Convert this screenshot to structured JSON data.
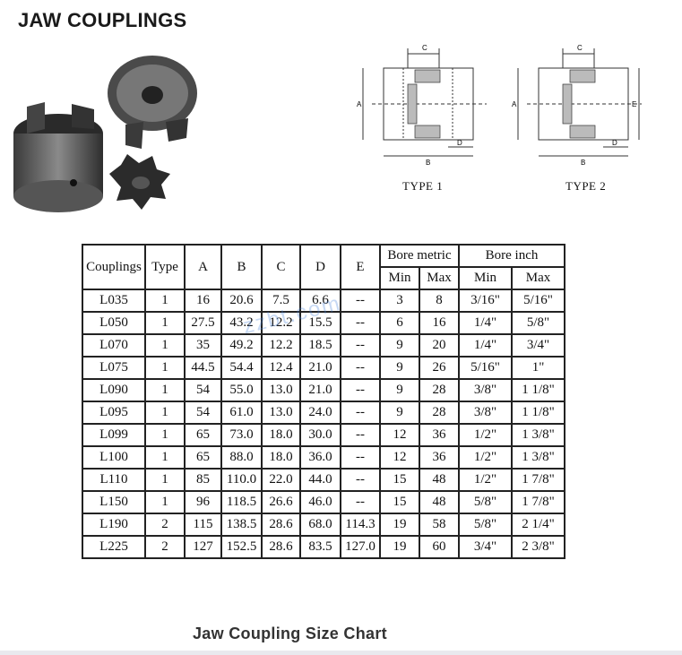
{
  "heading": "JAW COUPLINGS",
  "diagrams": {
    "type1_label": "TYPE 1",
    "type2_label": "TYPE 2",
    "dims": {
      "a": "A",
      "b": "B",
      "c": "C",
      "d": "D",
      "e": "E"
    }
  },
  "table": {
    "headers": {
      "couplings": "Couplings",
      "type": "Type",
      "a": "A",
      "b": "B",
      "c": "C",
      "d": "D",
      "e": "E",
      "bore_metric": "Bore metric",
      "bore_inch": "Bore inch",
      "min": "Min",
      "max": "Max"
    },
    "rows": [
      [
        "L035",
        "1",
        "16",
        "20.6",
        "7.5",
        "6.6",
        "--",
        "3",
        "8",
        "3/16\"",
        "5/16\""
      ],
      [
        "L050",
        "1",
        "27.5",
        "43.2",
        "12.2",
        "15.5",
        "--",
        "6",
        "16",
        "1/4\"",
        "5/8\""
      ],
      [
        "L070",
        "1",
        "35",
        "49.2",
        "12.2",
        "18.5",
        "--",
        "9",
        "20",
        "1/4\"",
        "3/4\""
      ],
      [
        "L075",
        "1",
        "44.5",
        "54.4",
        "12.4",
        "21.0",
        "--",
        "9",
        "26",
        "5/16\"",
        "1\""
      ],
      [
        "L090",
        "1",
        "54",
        "55.0",
        "13.0",
        "21.0",
        "--",
        "9",
        "28",
        "3/8\"",
        "1 1/8\""
      ],
      [
        "L095",
        "1",
        "54",
        "61.0",
        "13.0",
        "24.0",
        "--",
        "9",
        "28",
        "3/8\"",
        "1 1/8\""
      ],
      [
        "L099",
        "1",
        "65",
        "73.0",
        "18.0",
        "30.0",
        "--",
        "12",
        "36",
        "1/2\"",
        "1 3/8\""
      ],
      [
        "L100",
        "1",
        "65",
        "88.0",
        "18.0",
        "36.0",
        "--",
        "12",
        "36",
        "1/2\"",
        "1 3/8\""
      ],
      [
        "L110",
        "1",
        "85",
        "110.0",
        "22.0",
        "44.0",
        "--",
        "15",
        "48",
        "1/2\"",
        "1 7/8\""
      ],
      [
        "L150",
        "1",
        "96",
        "118.5",
        "26.6",
        "46.0",
        "--",
        "15",
        "48",
        "5/8\"",
        "1 7/8\""
      ],
      [
        "L190",
        "2",
        "115",
        "138.5",
        "28.6",
        "68.0",
        "114.3",
        "19",
        "58",
        "5/8\"",
        "2 1/4\""
      ],
      [
        "L225",
        "2",
        "127",
        "152.5",
        "28.6",
        "83.5",
        "127.0",
        "19",
        "60",
        "3/4\"",
        "2 3/8\""
      ]
    ]
  },
  "watermark": "zzbt.com",
  "caption": "Jaw Coupling Size Chart",
  "colors": {
    "watermark": "#4682dc",
    "caption": "#333333",
    "rule": "#e9e9ee"
  }
}
